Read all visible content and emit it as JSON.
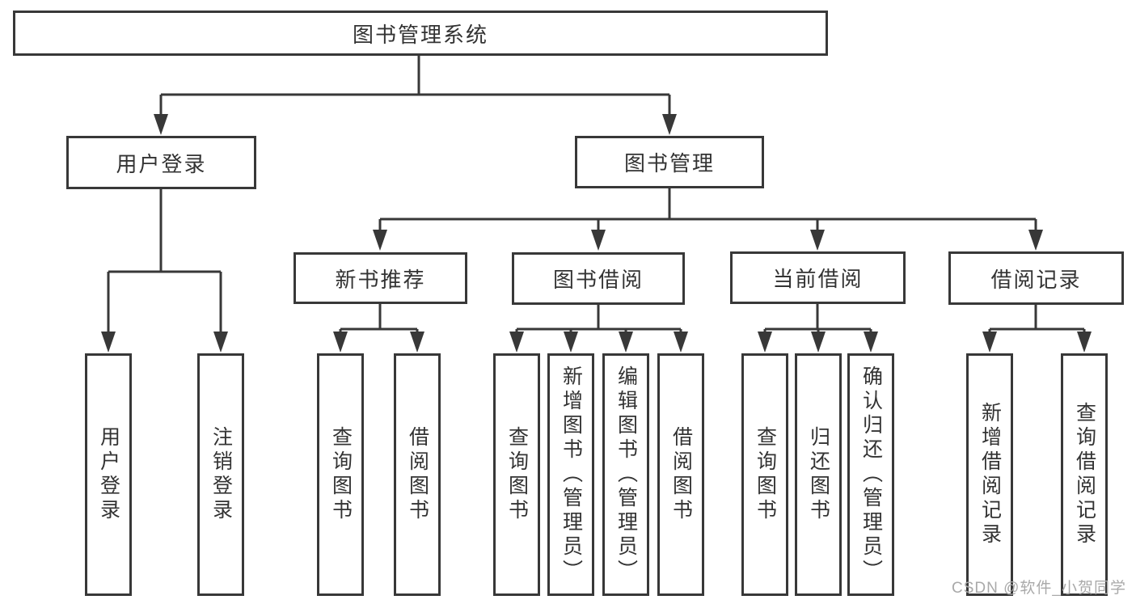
{
  "diagram_type": "tree",
  "colors": {
    "line": "#383838",
    "box_border": "#383838",
    "text": "#333333",
    "background": "#ffffff",
    "watermark_text_color": "#a9a9a9"
  },
  "nodes": {
    "root": {
      "label": "图书管理系统"
    },
    "level2": [
      {
        "label": "用户登录",
        "parent": "图书管理系统"
      },
      {
        "label": "图书管理",
        "parent": "图书管理系统"
      }
    ],
    "level3": [
      {
        "label": "新书推荐",
        "parent": "图书管理"
      },
      {
        "label": "图书借阅",
        "parent": "图书管理"
      },
      {
        "label": "当前借阅",
        "parent": "图书管理"
      },
      {
        "label": "借阅记录",
        "parent": "图书管理"
      }
    ],
    "level4": [
      {
        "label": "用户登录",
        "parent": "用户登录"
      },
      {
        "label": "注销登录",
        "parent": "用户登录"
      },
      {
        "label": "查询图书",
        "parent": "新书推荐"
      },
      {
        "label": "借阅图书",
        "parent": "新书推荐"
      },
      {
        "label": "查询图书",
        "parent": "图书借阅"
      },
      {
        "label": "新增图书（管理员）",
        "parent": "图书借阅"
      },
      {
        "label": "编辑图书（管理员）",
        "parent": "图书借阅"
      },
      {
        "label": "借阅图书",
        "parent": "图书借阅"
      },
      {
        "label": "查询图书",
        "parent": "当前借阅"
      },
      {
        "label": "归还图书",
        "parent": "当前借阅"
      },
      {
        "label": "确认归还（管理员）",
        "parent": "当前借阅"
      },
      {
        "label": "新增借阅记录",
        "parent": "借阅记录"
      },
      {
        "label": "查询借阅记录",
        "parent": "借阅记录"
      }
    ]
  },
  "watermark": {
    "text": "CSDN @软件_小贺同学"
  }
}
